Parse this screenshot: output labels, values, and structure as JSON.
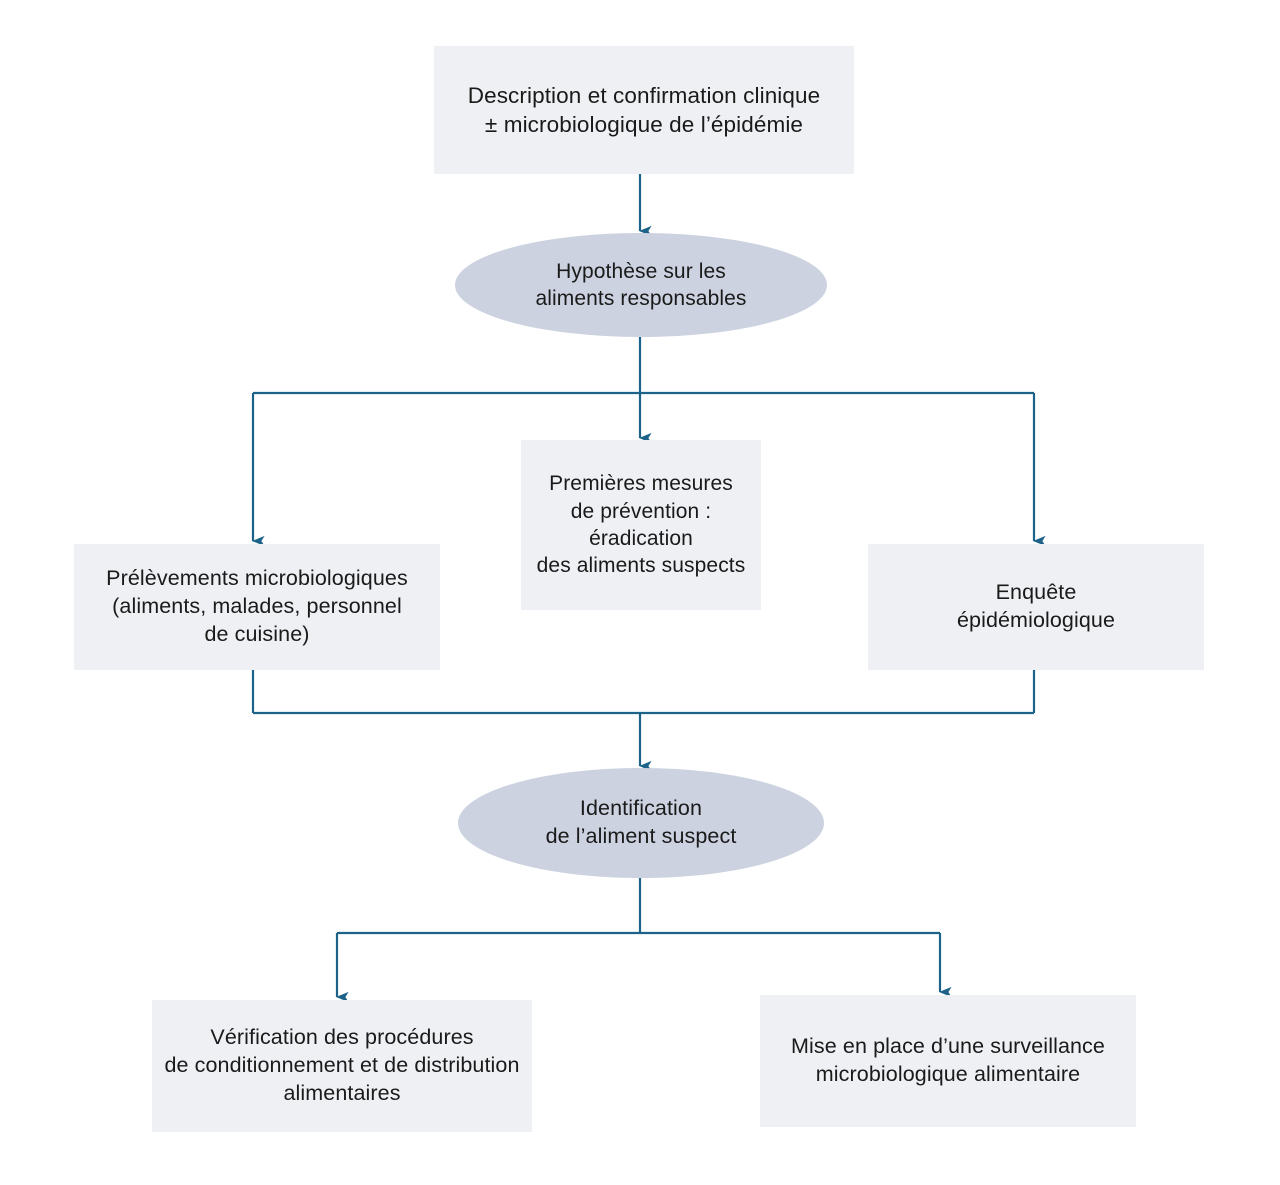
{
  "diagram": {
    "title_visible": false,
    "language": "fr",
    "colors": {
      "box_fill": "#eff0f3",
      "ellipse_fill": "#ccd2e0",
      "connector": "#1d6389",
      "text": "#1a1a1a",
      "background": "#ffffff"
    },
    "nodes": [
      {
        "id": "description",
        "shape": "rectangle",
        "text": "Description et confirmation clinique\n± microbiologique de l’épidémie"
      },
      {
        "id": "hypothese",
        "shape": "ellipse",
        "text": "Hypothèse sur les\naliments responsables"
      },
      {
        "id": "premieres",
        "shape": "rectangle",
        "text": "Premières mesures\nde prévention :\néradication\ndes aliments suspects"
      },
      {
        "id": "prelevements",
        "shape": "rectangle",
        "text": "Prélèvements microbiologiques\n(aliments, malades, personnel\nde cuisine)"
      },
      {
        "id": "enquete",
        "shape": "rectangle",
        "text": "Enquête\népidémiologique"
      },
      {
        "id": "identification",
        "shape": "ellipse",
        "text": "Identification\nde l’aliment suspect"
      },
      {
        "id": "verification",
        "shape": "rectangle",
        "text": "Vérification des procédures\nde conditionnement et de distribution\nalimentaires"
      },
      {
        "id": "surveillance",
        "shape": "rectangle",
        "text": "Mise en place d’une surveillance\nmicrobiologique alimentaire"
      }
    ],
    "edges": [
      {
        "from": "description",
        "to": "hypothese",
        "style": "straight-arrow"
      },
      {
        "from": "hypothese",
        "to": "prelevements",
        "style": "bus-split-left"
      },
      {
        "from": "hypothese",
        "to": "premieres",
        "style": "straight-arrow"
      },
      {
        "from": "hypothese",
        "to": "enquete",
        "style": "bus-split-right"
      },
      {
        "from": "prelevements",
        "to": "identification",
        "style": "bus-merge-left"
      },
      {
        "from": "enquete",
        "to": "identification",
        "style": "bus-merge-right"
      },
      {
        "from": "identification",
        "to": "verification",
        "style": "bus-split-left"
      },
      {
        "from": "identification",
        "to": "surveillance",
        "style": "bus-split-right"
      }
    ]
  }
}
